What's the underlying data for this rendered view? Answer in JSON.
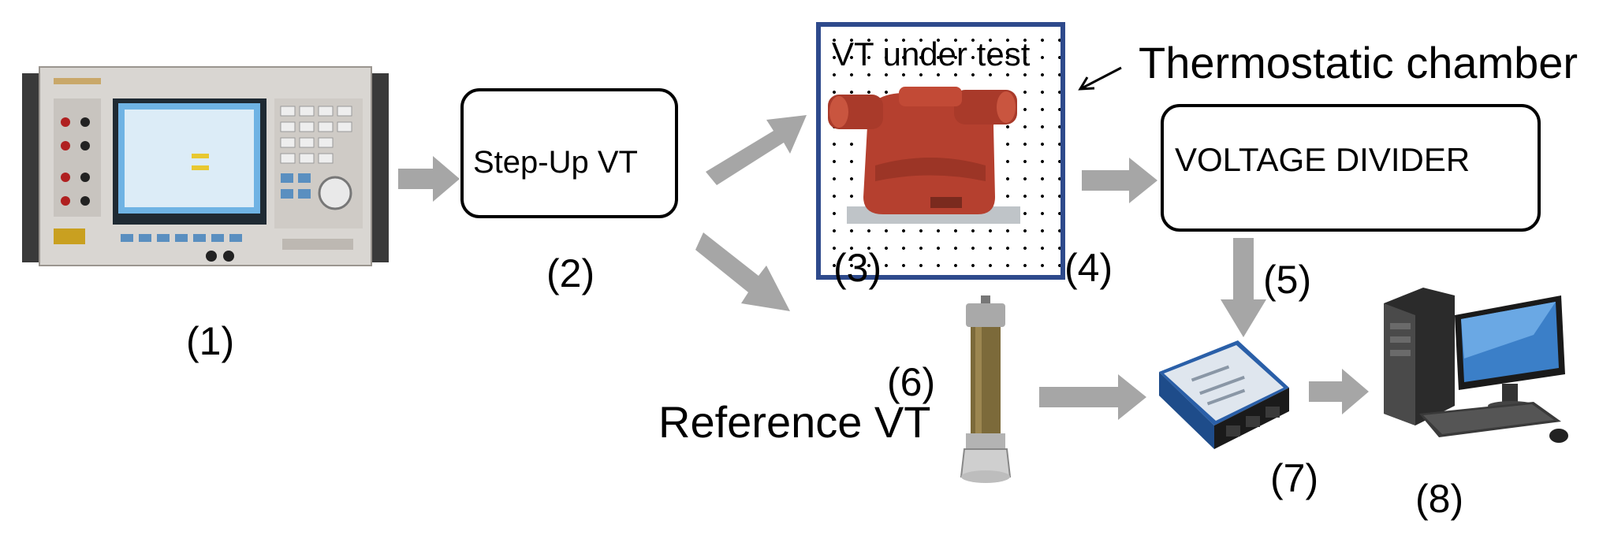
{
  "nodes": {
    "n1": {
      "number": "(1)"
    },
    "n2": {
      "label": "Step-Up VT",
      "number": "(2)"
    },
    "n3": {
      "label": "VT under test",
      "number": "(3)"
    },
    "n4": {
      "label": "Thermostatic chamber",
      "number": "(4)"
    },
    "n5": {
      "label": "VOLTAGE DIVIDER",
      "number": "(5)"
    },
    "n6": {
      "label": "Reference VT",
      "number": "(6)"
    },
    "n7": {
      "number": "(7)"
    },
    "n8": {
      "number": "(8)"
    }
  },
  "colors": {
    "arrow": "#a6a6a6",
    "chamber_border": "#2e4a8c",
    "vt_red": "#b5402f",
    "line": "#000000"
  },
  "icons": [
    "calibrator-icon",
    "vt-transformer-icon",
    "reference-vt-icon",
    "daq-module-icon",
    "computer-icon"
  ]
}
